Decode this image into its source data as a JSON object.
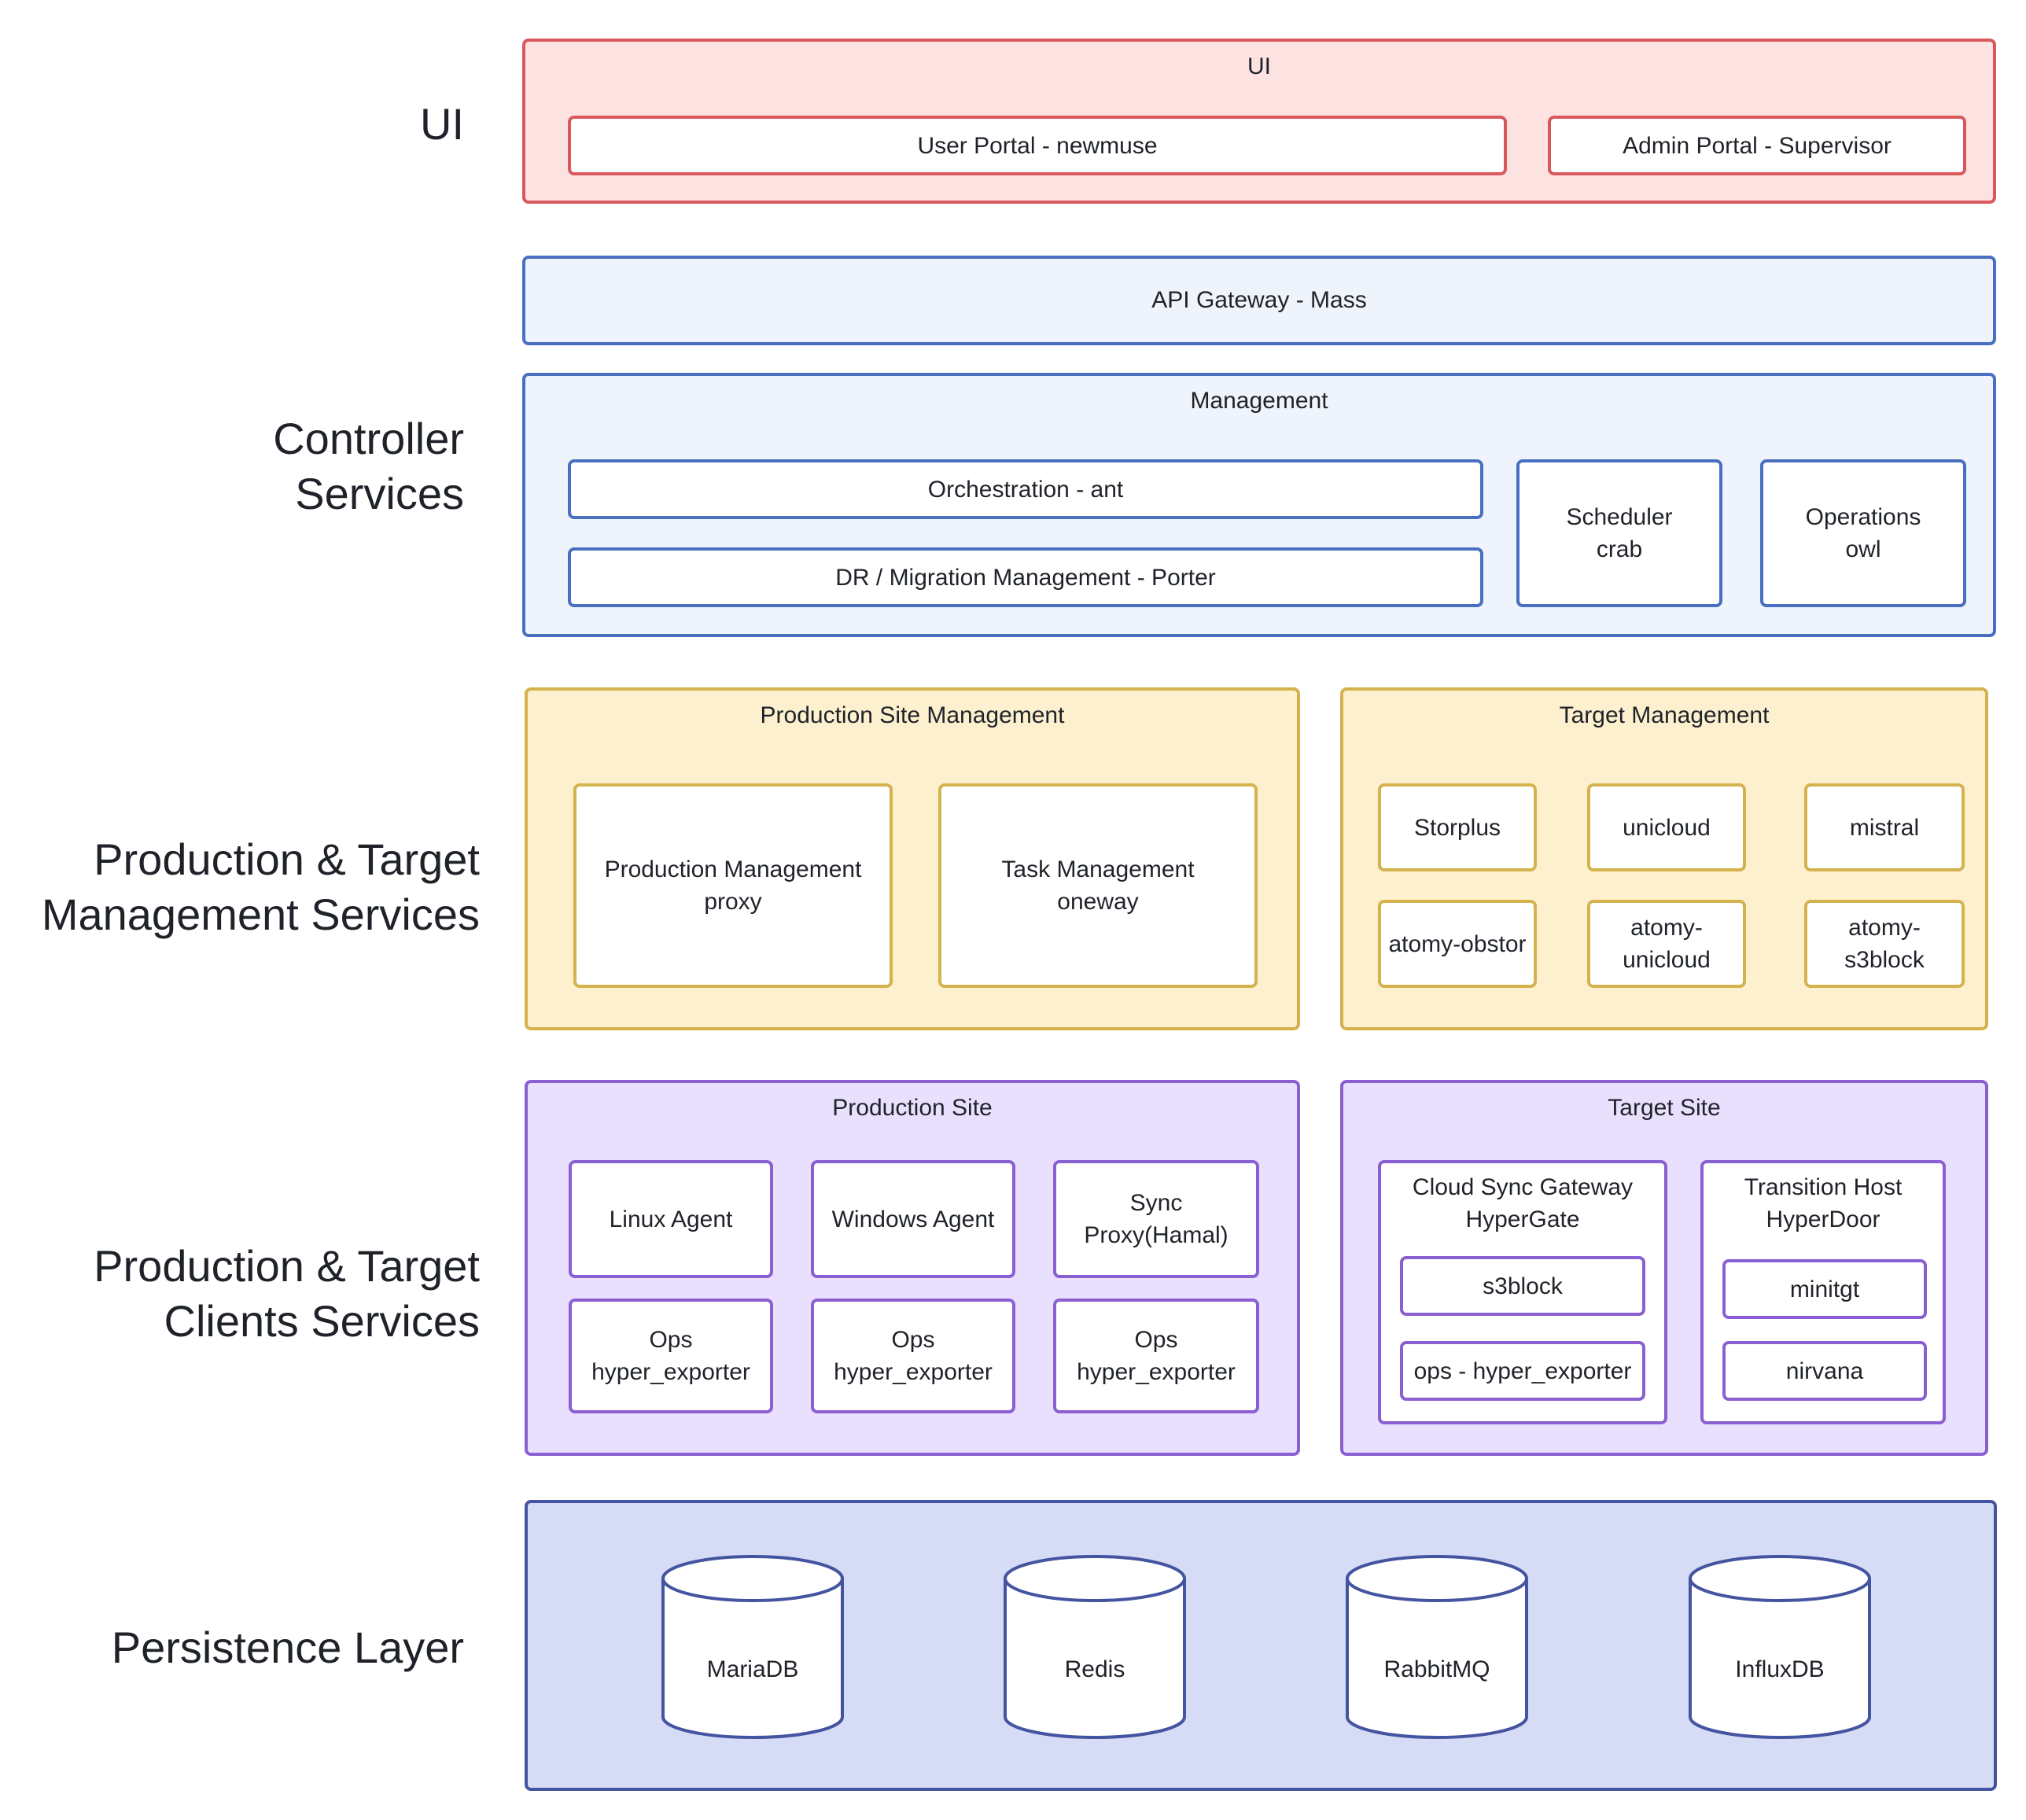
{
  "layers": {
    "ui": "UI",
    "controller": "Controller\nServices",
    "mgmt": "Production & Target\nManagement Services",
    "clients": "Production & Target\nClients Services",
    "persistence": "Persistence Layer"
  },
  "ui_group": {
    "title": "UI",
    "user_portal": "User Portal - newmuse",
    "admin_portal": "Admin Portal - Supervisor"
  },
  "api_gateway": "API Gateway - Mass",
  "management": {
    "title": "Management",
    "orchestration": "Orchestration - ant",
    "dr": "DR / Migration Management - Porter",
    "scheduler": "Scheduler\ncrab",
    "operations": "Operations\nowl"
  },
  "production_site_mgmt": {
    "title": "Production Site Management",
    "prod_mgmt": "Production Management\nproxy",
    "task_mgmt": "Task Management\noneway"
  },
  "target_mgmt": {
    "title": "Target Management",
    "items": [
      "Storplus",
      "unicloud",
      "mistral",
      "atomy-obstor",
      "atomy-\nunicloud",
      "atomy-\ns3block"
    ]
  },
  "production_site": {
    "title": "Production Site",
    "linux": "Linux  Agent",
    "windows": "Windows  Agent",
    "sync": "Sync\nProxy(Hamal)",
    "ops1": "Ops\nhyper_exporter",
    "ops2": "Ops\nhyper_exporter",
    "ops3": "Ops\nhyper_exporter"
  },
  "target_site": {
    "title": "Target Site",
    "hypergate": "Cloud Sync Gateway\nHyperGate",
    "s3block": "s3block",
    "ops_exporter": "ops - hyper_exporter",
    "hyperdoor": "Transition Host\nHyperDoor",
    "minitgt": "minitgt",
    "nirvana": "nirvana"
  },
  "persistence": {
    "databases": [
      "MariaDB",
      "Redis",
      "RabbitMQ",
      "InfluxDB"
    ]
  },
  "colors": {
    "red": "#d9585c",
    "red_fill": "#fde2e2",
    "blue": "#4a6fc1",
    "blue_fill": "#eef3fc",
    "yellow": "#d4b24e",
    "yellow_fill": "#fdf0ce",
    "purple": "#8a5fd1",
    "purple_fill": "#e9e0fd",
    "indigo": "#4454a0",
    "indigo_fill": "#d6dcf5"
  }
}
